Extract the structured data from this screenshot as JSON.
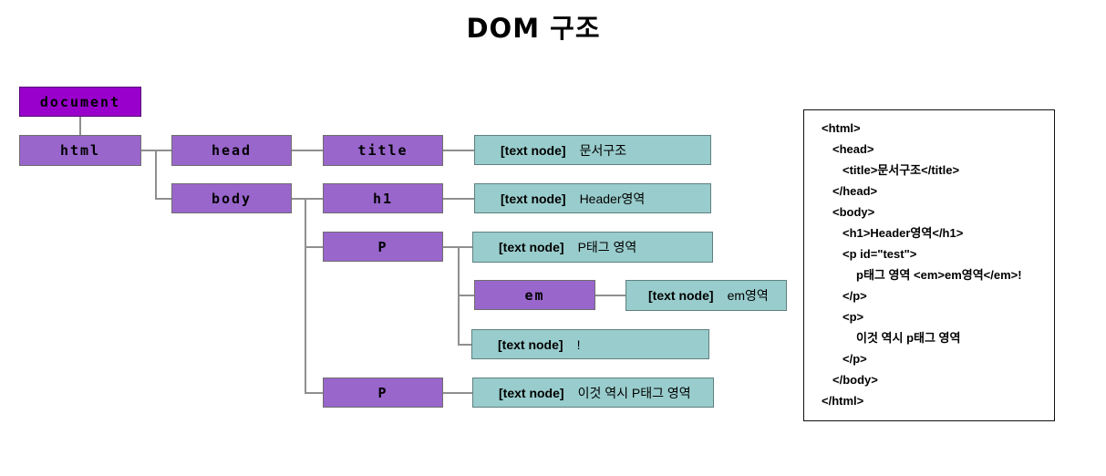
{
  "title": "DOM 구조",
  "colors": {
    "document_fill": "#9900CC",
    "element_fill": "#9966CC",
    "text_node_fill": "#99CCCC",
    "connector": "#8F8F8F",
    "code_panel_border": "#111111",
    "text": "#000000"
  },
  "tree": {
    "nodes": {
      "document": {
        "label": "document"
      },
      "html": {
        "label": "html"
      },
      "head": {
        "label": "head"
      },
      "title": {
        "label": "title"
      },
      "body": {
        "label": "body"
      },
      "h1": {
        "label": "h1"
      },
      "p1": {
        "label": "P"
      },
      "em": {
        "label": "em"
      },
      "p2": {
        "label": "P"
      }
    },
    "text_node_prefix": "[text node]",
    "text_nodes": {
      "title_text": {
        "value": "문서구조"
      },
      "h1_text": {
        "value": "Header영역"
      },
      "p1_text": {
        "value": "P태그 영역"
      },
      "em_text": {
        "value": "em영역"
      },
      "exclamation": {
        "value": "!"
      },
      "p2_text": {
        "value": "이것 역시 P태그 영역"
      }
    }
  },
  "code_panel": {
    "lines": [
      {
        "indent": 0,
        "text": "<html>"
      },
      {
        "indent": 1,
        "text": "<head>"
      },
      {
        "indent": 2,
        "text": "<title>문서구조</title>"
      },
      {
        "indent": 1,
        "text": "</head>"
      },
      {
        "indent": 1,
        "text": "<body>"
      },
      {
        "indent": 2,
        "text": "<h1>Header영역</h1>"
      },
      {
        "indent": 2,
        "text": "<p id=\"test\">"
      },
      {
        "indent": 3,
        "text": "p태그 영역 <em>em영역</em>!"
      },
      {
        "indent": 2,
        "text": "</p>"
      },
      {
        "indent": 2,
        "text": "<p>"
      },
      {
        "indent": 3,
        "text": "이것 역시 p태그 영역"
      },
      {
        "indent": 2,
        "text": "</p>"
      },
      {
        "indent": 1,
        "text": "</body>"
      },
      {
        "indent": 0,
        "text": "</html>"
      }
    ]
  }
}
